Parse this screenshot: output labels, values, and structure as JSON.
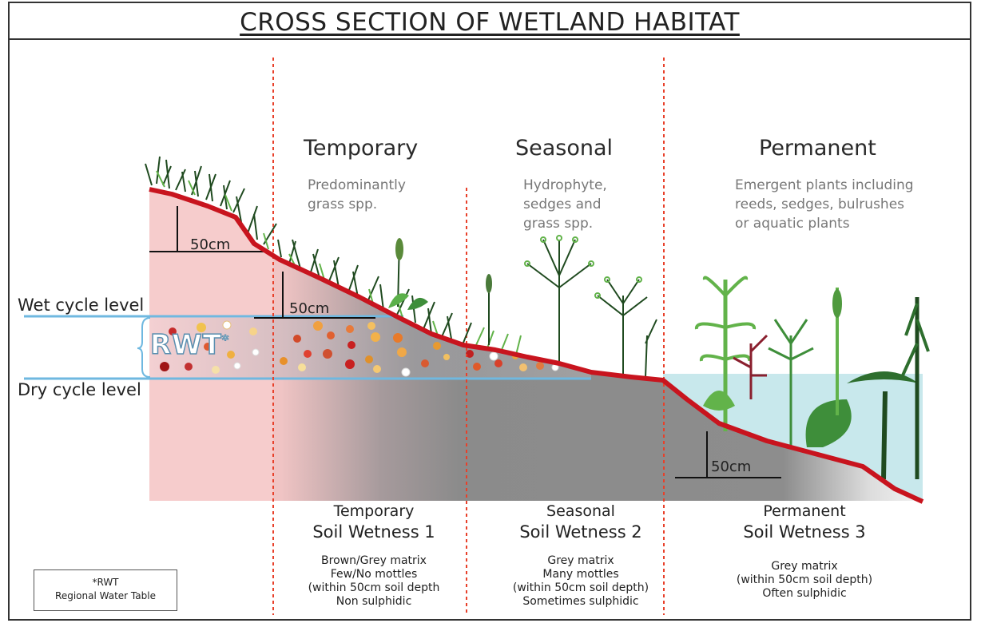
{
  "title": "CROSS  SECTION OF WETLAND HABITAT",
  "zones": [
    {
      "name": "Temporary",
      "description": [
        "Predominantly",
        "grass spp."
      ]
    },
    {
      "name": "Seasonal",
      "description": [
        "Hydrophyte,",
        "sedges and",
        "grass spp."
      ]
    },
    {
      "name": "Permanent",
      "description": [
        "Emergent plants including",
        "reeds, sedges, bulrushes",
        "or aquatic plants"
      ]
    }
  ],
  "measurements": [
    "50cm",
    "50cm",
    "50cm"
  ],
  "levels": {
    "wet": "Wet cycle level",
    "dry": "Dry cycle level"
  },
  "rwt_label": "RWT",
  "rwt_mark": "*",
  "soils": [
    {
      "name": "Temporary",
      "wetness": "Soil Wetness 1",
      "details": [
        "Brown/Grey matrix",
        "Few/No mottles",
        "(within 50cm soil depth",
        "Non sulphidic"
      ]
    },
    {
      "name": "Seasonal",
      "wetness": "Soil Wetness 2",
      "details": [
        "Grey matrix",
        "Many mottles",
        "(within 50cm soil depth)",
        "Sometimes sulphidic"
      ]
    },
    {
      "name": "Permanent",
      "wetness": "Soil Wetness 3",
      "details": [
        "Grey matrix",
        "(within 50cm soil depth)",
        "Often sulphidic"
      ]
    }
  ],
  "legend": {
    "line1": "*RWT",
    "line2": "Regional Water Table"
  },
  "colors": {
    "ground_line": "#c8141e",
    "boundary": "#e8402a",
    "water_level": "#6fb8e0",
    "dry_soil": "#f6c9c9",
    "grey_soil": "#8e8e8e",
    "pond": "#c9e9ec",
    "plant_dark": "#1f4a1f",
    "plant_light": "#62b34a",
    "plant_red": "#8a1f2e"
  }
}
